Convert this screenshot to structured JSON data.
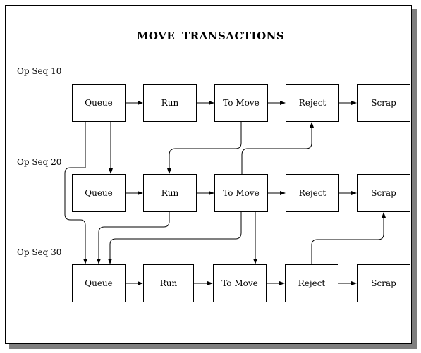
{
  "title": "MOVE   TRANSACTIONS",
  "rows": [
    {
      "label": "Op Seq 10",
      "steps": [
        "Queue",
        "Run",
        "To Move",
        "Reject",
        "Scrap"
      ]
    },
    {
      "label": "Op Seq 20",
      "steps": [
        "Queue",
        "Run",
        "To Move",
        "Reject",
        "Scrap"
      ]
    },
    {
      "label": "Op Seq 30",
      "steps": [
        "Queue",
        "Run",
        "To Move",
        "Reject",
        "Scrap"
      ]
    }
  ],
  "colors": {
    "line": "#000000",
    "shadow": "#7f7f7f",
    "background": "#ffffff"
  }
}
